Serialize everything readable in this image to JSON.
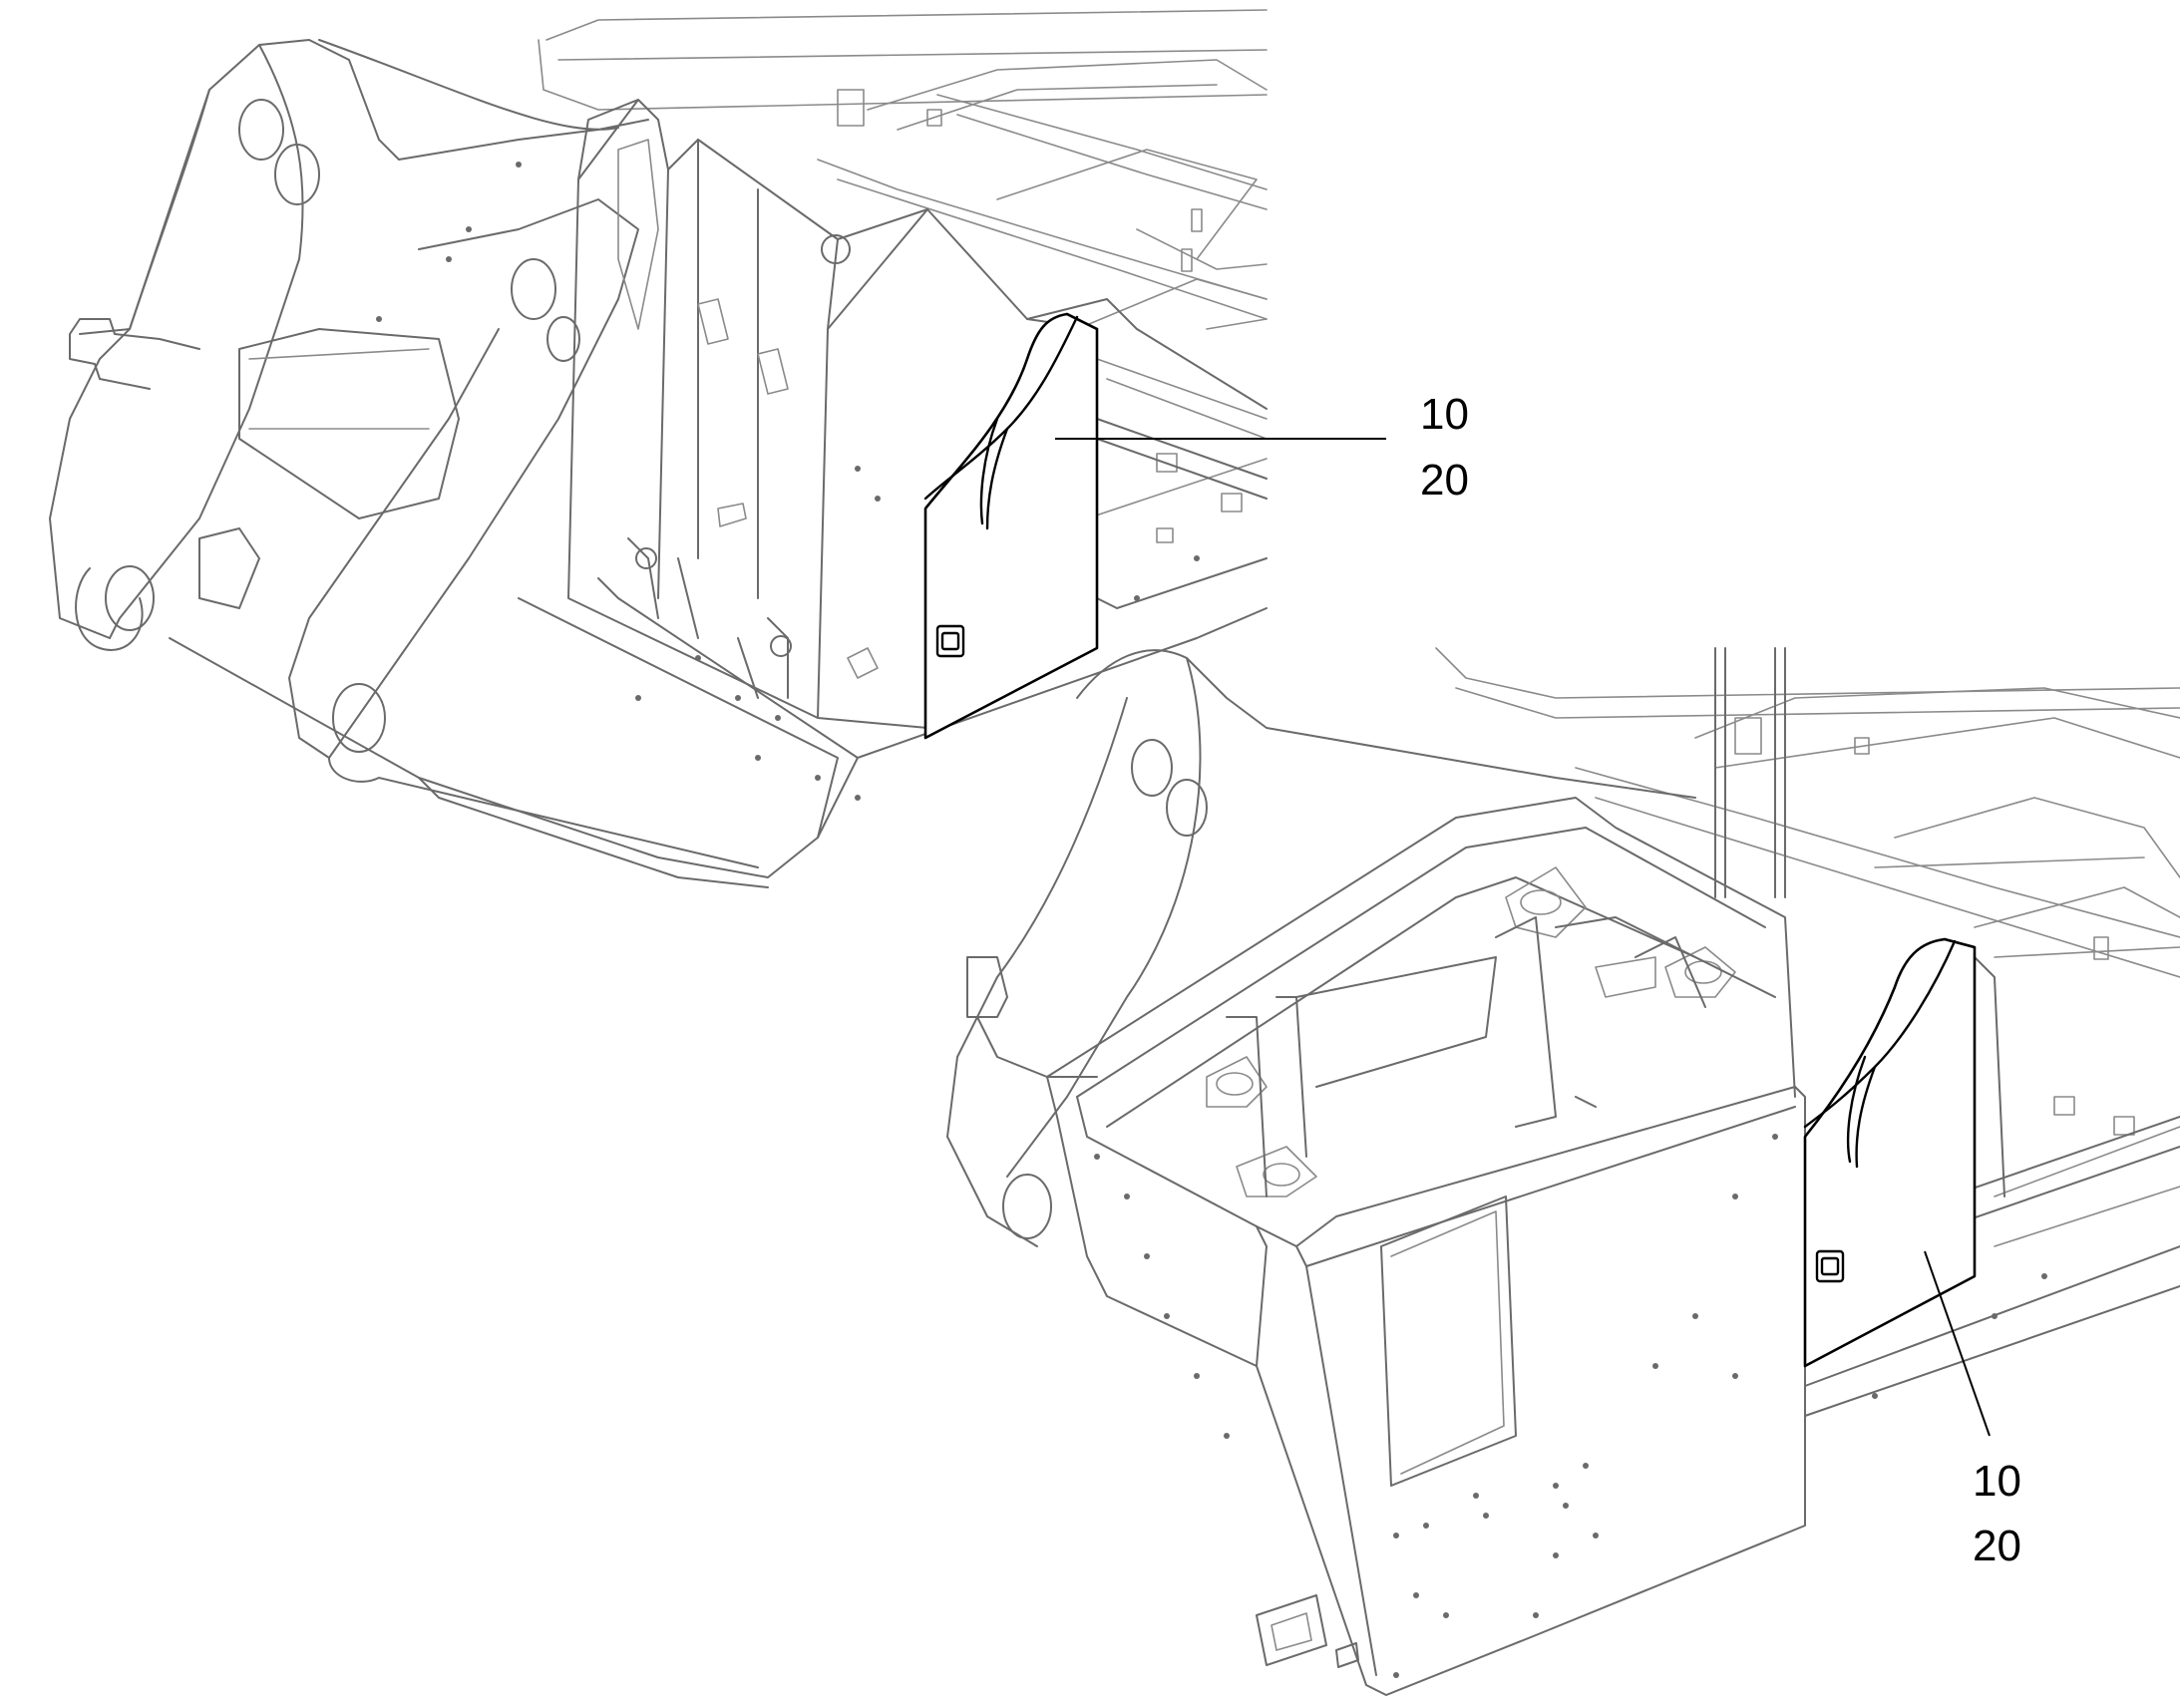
{
  "callouts": [
    {
      "id": "top",
      "lines": [
        "10",
        "20"
      ]
    },
    {
      "id": "bottom",
      "lines": [
        "10",
        "20"
      ]
    }
  ],
  "colors": {
    "line": "#6a6a6a",
    "highlight": "#000000",
    "background": "#ffffff"
  }
}
